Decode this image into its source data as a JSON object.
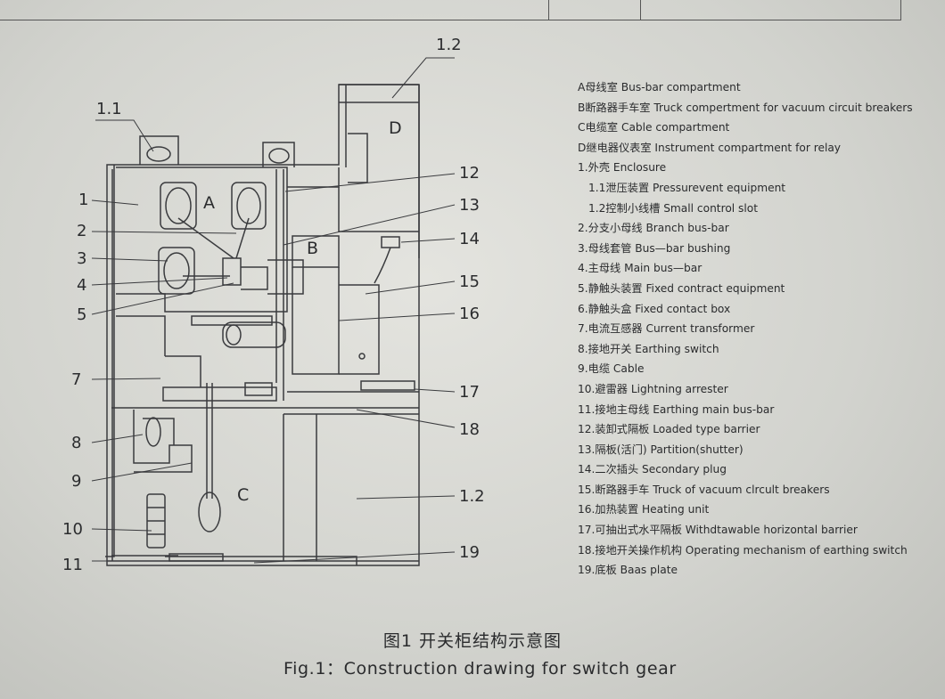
{
  "frame": {
    "components": {
      "A": "A",
      "B": "B",
      "C": "C",
      "D": "D"
    },
    "labels": {
      "l1_1": "1.1",
      "l1_2_top": "1.2",
      "l1": "1",
      "l2": "2",
      "l3": "3",
      "l4": "4",
      "l5": "5",
      "l7": "7",
      "l8": "8",
      "l9": "9",
      "l10": "10",
      "l11": "11",
      "l12": "12",
      "l13": "13",
      "l14": "14",
      "l15": "15",
      "l16": "16",
      "l17": "17",
      "l18": "18",
      "l1_2_bottom": "1.2",
      "l19": "19"
    }
  },
  "legend": [
    {
      "text": "A母线室  Bus-bar compartment",
      "sub": false
    },
    {
      "text": "B断路器手车室  Truck compertment for vacuum circuit breakers",
      "sub": false
    },
    {
      "text": "C电缆室  Cable compartment",
      "sub": false
    },
    {
      "text": "D继电器仪表室  Instrument compartment for relay",
      "sub": false
    },
    {
      "text": "1.外壳  Enclosure",
      "sub": false
    },
    {
      "text": "1.1泄压装置  Pressurevent equipment",
      "sub": true
    },
    {
      "text": "1.2控制小线槽  Small control slot",
      "sub": true
    },
    {
      "text": "2.分支小母线  Branch bus-bar",
      "sub": false
    },
    {
      "text": "3.母线套管  Bus—bar bushing",
      "sub": false
    },
    {
      "text": "4.主母线  Main bus—bar",
      "sub": false
    },
    {
      "text": "5.静触头装置  Fixed contract equipment",
      "sub": false
    },
    {
      "text": "6.静触头盒  Fixed contact box",
      "sub": false
    },
    {
      "text": "7.电流互感器  Current transformer",
      "sub": false
    },
    {
      "text": "8.接地开关  Earthing switch",
      "sub": false
    },
    {
      "text": "9.电缆  Cable",
      "sub": false
    },
    {
      "text": "10.避雷器  Lightning arrester",
      "sub": false
    },
    {
      "text": "11.接地主母线  Earthing main bus-bar",
      "sub": false
    },
    {
      "text": "12.装卸式隔板  Loaded type barrier",
      "sub": false
    },
    {
      "text": "13.隔板(活门)  Partition(shutter)",
      "sub": false
    },
    {
      "text": "14.二次插头  Secondary plug",
      "sub": false
    },
    {
      "text": "15.断路器手车  Truck of vacuum clrcult breakers",
      "sub": false
    },
    {
      "text": "16.加热装置  Heating unit",
      "sub": false
    },
    {
      "text": "17.可抽出式水平隔板  Withdtawable horizontal barrier",
      "sub": false
    },
    {
      "text": "18.接地开关操作机构 Operating mechanism of earthing switch",
      "sub": false
    },
    {
      "text": "19.底板  Baas plate",
      "sub": false
    }
  ],
  "caption": {
    "cn": "图1 开关柜结构示意图",
    "en": "Fig.1：Construction drawing for switch gear"
  }
}
